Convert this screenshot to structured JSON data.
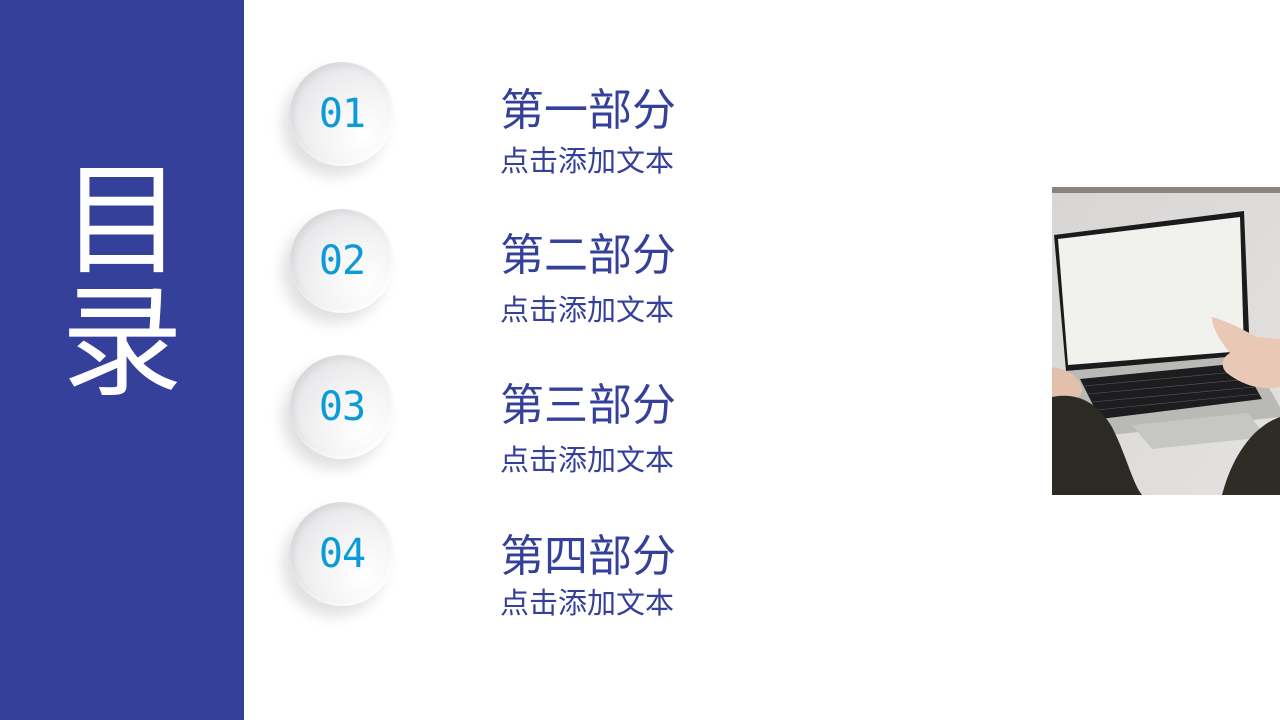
{
  "sidebar": {
    "title_chars": [
      "目",
      "录"
    ],
    "bg_color": "#35409a"
  },
  "items": [
    {
      "number": "01",
      "heading": "第一部分",
      "subtitle": "点击添加文本"
    },
    {
      "number": "02",
      "heading": "第二部分",
      "subtitle": "点击添加文本"
    },
    {
      "number": "03",
      "heading": "第三部分",
      "subtitle": "点击添加文本"
    },
    {
      "number": "04",
      "heading": "第四部分",
      "subtitle": "点击添加文本"
    }
  ],
  "colors": {
    "primary": "#35409a",
    "number": "#0b9bd8"
  },
  "image": {
    "description": "laptop-photo"
  }
}
